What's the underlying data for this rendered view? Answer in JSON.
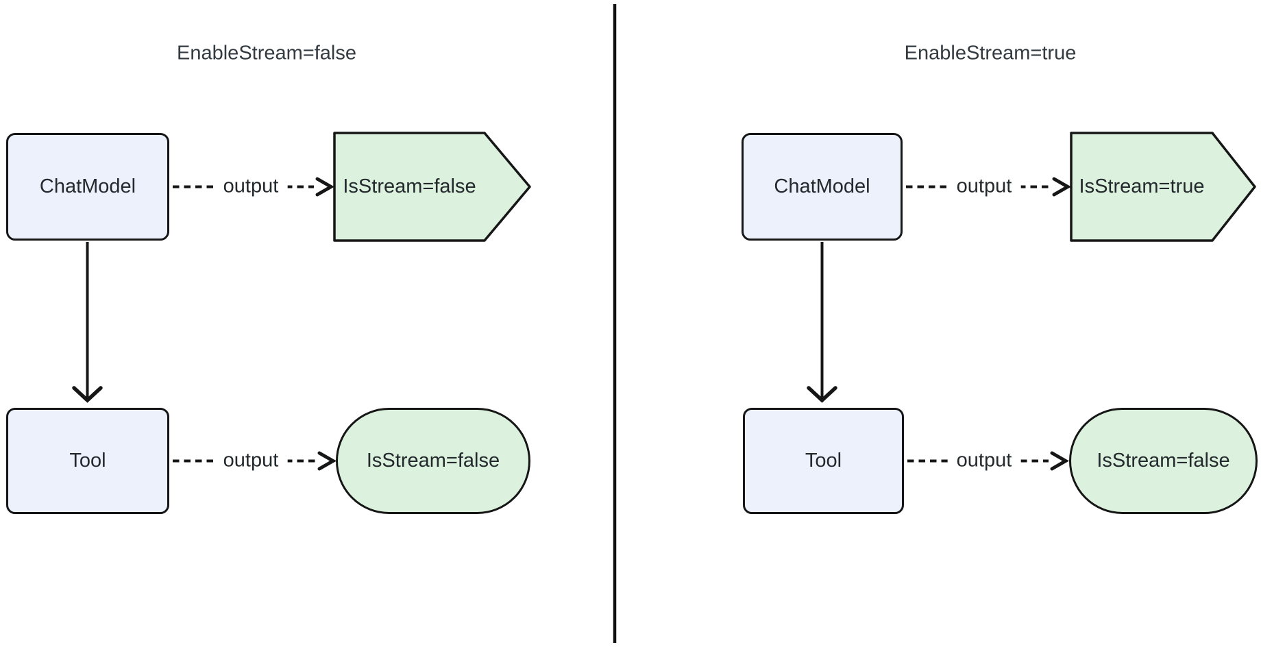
{
  "diagram": {
    "panels": [
      {
        "title": "EnableStream=false",
        "chat_model_label": "ChatModel",
        "tool_label": "Tool",
        "model_edge_label": "output",
        "model_output_label": "IsStream=false",
        "tool_edge_label": "output",
        "tool_output_label": "IsStream=false"
      },
      {
        "title": "EnableStream=true",
        "chat_model_label": "ChatModel",
        "tool_label": "Tool",
        "model_edge_label": "output",
        "model_output_label": "IsStream=true",
        "tool_edge_label": "output",
        "tool_output_label": "IsStream=false"
      }
    ],
    "colors": {
      "process_node_fill": "#ECF1FB",
      "result_node_fill": "#DCF2DE",
      "stroke": "#161616",
      "text": "#24292E",
      "divider": "#111111"
    }
  }
}
